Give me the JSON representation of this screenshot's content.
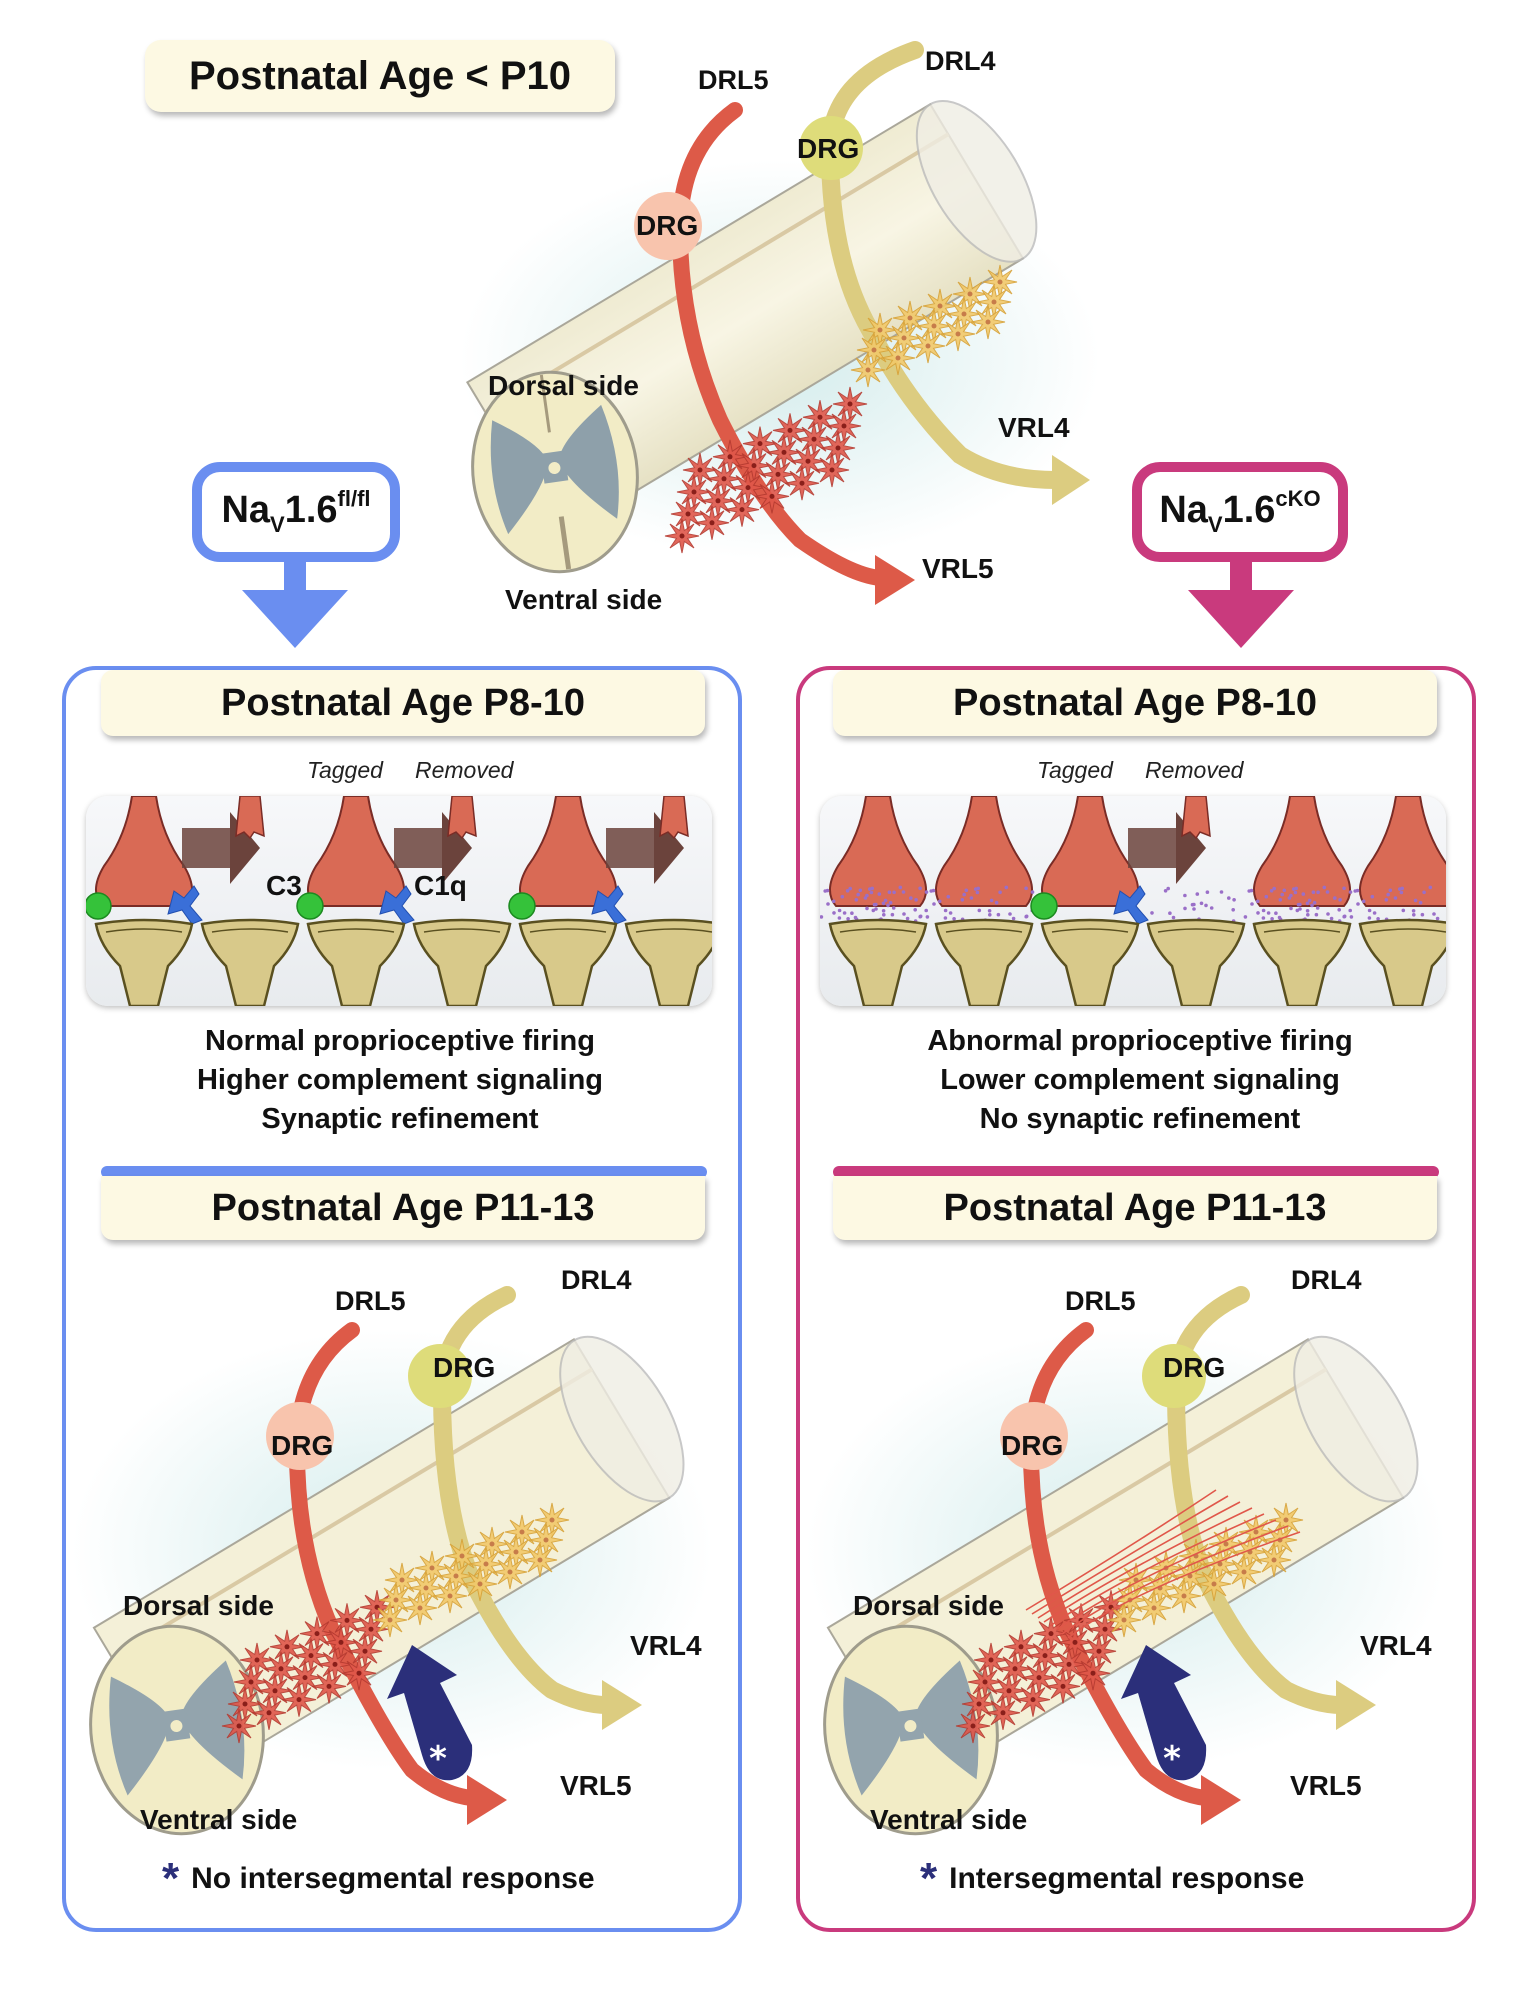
{
  "top": {
    "age_title": "Postnatal Age < P10",
    "labels": {
      "drl5": "DRL5",
      "drl4": "DRL4",
      "drg_red": "DRG",
      "drg_yellow": "DRG",
      "dorsal": "Dorsal side",
      "ventral": "Ventral side",
      "vrl4": "VRL4",
      "vrl5": "VRL5"
    }
  },
  "genotypes": {
    "control": {
      "base": "Na",
      "sub": "V",
      "number": "1.6",
      "sup": "fl/fl",
      "color": "#6a8ef0"
    },
    "cko": {
      "base": "Na",
      "sub": "V",
      "number": "1.6",
      "sup": "cKO",
      "color": "#c93a7d"
    }
  },
  "panels": [
    {
      "id": "control",
      "color": "#6a8ef0",
      "early_title": "Postnatal Age P8-10",
      "tagged_label": "Tagged",
      "removed_label": "Removed",
      "c3_label": "C3",
      "c1q_label": "C1q",
      "summary": [
        "Normal proprioceptive firing",
        "Higher complement signaling",
        "Synaptic refinement"
      ],
      "late_title": "Postnatal Age P11-13",
      "labels": {
        "drl5": "DRL5",
        "drl4": "DRL4",
        "drg_red": "DRG",
        "drg_yellow": "DRG",
        "dorsal": "Dorsal side",
        "ventral": "Ventral side",
        "vrl4": "VRL4",
        "vrl5": "VRL5"
      },
      "footnote_symbol": "*",
      "footnote": "No intersegmental response"
    },
    {
      "id": "cko",
      "color": "#c93a7d",
      "early_title": "Postnatal Age P8-10",
      "tagged_label": "Tagged",
      "removed_label": "Removed",
      "summary": [
        "Abnormal proprioceptive firing",
        "Lower complement signaling",
        "No synaptic refinement"
      ],
      "late_title": "Postnatal Age P11-13",
      "labels": {
        "drl5": "DRL5",
        "drl4": "DRL4",
        "drg_red": "DRG",
        "drg_yellow": "DRG",
        "dorsal": "Dorsal side",
        "ventral": "Ventral side",
        "vrl4": "VRL4",
        "vrl5": "VRL5"
      },
      "footnote_symbol": "*",
      "footnote": "Intersegmental response"
    }
  ],
  "colors": {
    "drl5_red": "#dd5a48",
    "drl4_yellow": "#dccc80",
    "drg_red_fill": "#f8c4ad",
    "drg_yellow_fill": "#dedc7a",
    "cord_fill": "#f4f0d8",
    "grey_matter": "#93a4ad",
    "pill_bg": "#fdf9e3",
    "asterisk_navy": "#2b2f7a",
    "c3_green": "#35c23a",
    "c1q_blue": "#3a6fd8",
    "terminal_red": "#d96a55",
    "dendrite_tan": "#d8c98a",
    "removal_arrow": "#6b433c"
  }
}
